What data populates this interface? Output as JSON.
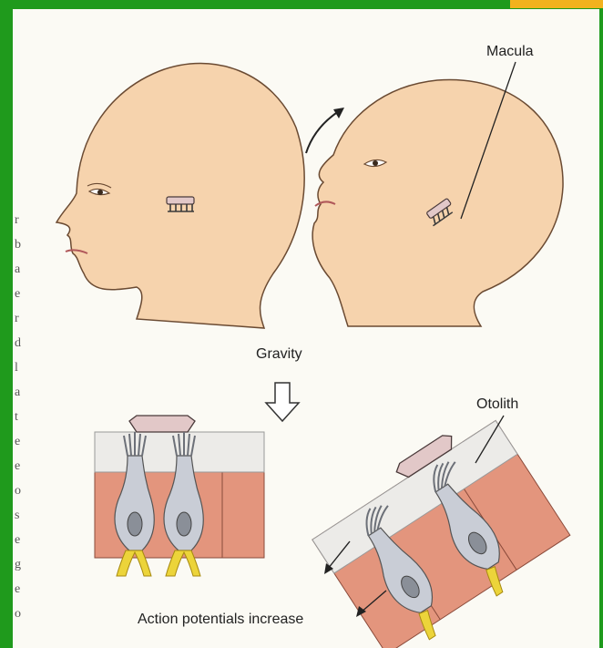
{
  "labels": {
    "macula": "Macula",
    "gravity": "Gravity",
    "otolith": "Otolith",
    "action": "Action potentials increase"
  },
  "margin_letters": [
    "r",
    "b",
    "a",
    "e",
    "r",
    "d",
    "l",
    "a",
    "t",
    "e",
    "e",
    "o",
    "s",
    "e",
    "g",
    "e",
    "o"
  ],
  "colors": {
    "border": "#1f9a1c",
    "page": "#fbfaf4",
    "skin": "#f6d3ad",
    "skin_line": "#6a4a32",
    "tissue": "#e3957d",
    "otolith": "#e2c8c8",
    "gel": "#ecebe8",
    "hair_cell": "#c9cdd6",
    "nerve": "#ecd43a",
    "accent_tab": "#f2b21e"
  }
}
